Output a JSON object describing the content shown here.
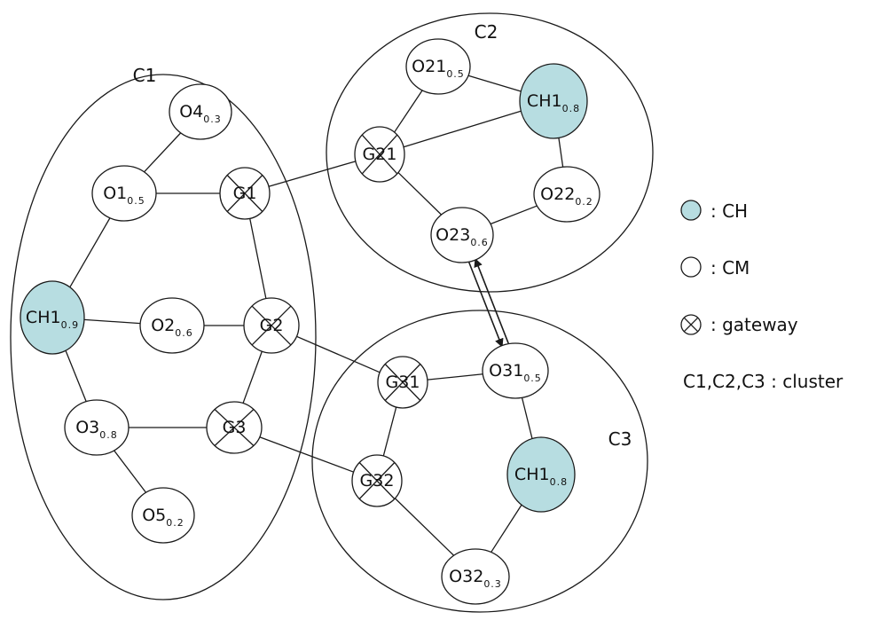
{
  "clusters": [
    {
      "id": "C1",
      "label": "C1"
    },
    {
      "id": "C2",
      "label": "C2"
    },
    {
      "id": "C3",
      "label": "C3"
    }
  ],
  "nodes": [
    {
      "id": "c1-o4",
      "name": "O4",
      "sub": "0.3",
      "role": "CM"
    },
    {
      "id": "c1-o1",
      "name": "O1",
      "sub": "0.5",
      "role": "CM"
    },
    {
      "id": "c1-g1",
      "name": "G1",
      "sub": "",
      "role": "gateway"
    },
    {
      "id": "c1-ch1",
      "name": "CH1",
      "sub": "0.9",
      "role": "CH"
    },
    {
      "id": "c1-o2",
      "name": "O2",
      "sub": "0.6",
      "role": "CM"
    },
    {
      "id": "c1-g2",
      "name": "G2",
      "sub": "",
      "role": "gateway"
    },
    {
      "id": "c1-o3",
      "name": "O3",
      "sub": "0.8",
      "role": "CM"
    },
    {
      "id": "c1-g3",
      "name": "G3",
      "sub": "",
      "role": "gateway"
    },
    {
      "id": "c1-o5",
      "name": "O5",
      "sub": "0.2",
      "role": "CM"
    },
    {
      "id": "c2-o21",
      "name": "O21",
      "sub": "0.5",
      "role": "CM"
    },
    {
      "id": "c2-ch1",
      "name": "CH1",
      "sub": "0.8",
      "role": "CH"
    },
    {
      "id": "c2-g21",
      "name": "G21",
      "sub": "",
      "role": "gateway"
    },
    {
      "id": "c2-o22",
      "name": "O22",
      "sub": "0.2",
      "role": "CM"
    },
    {
      "id": "c2-o23",
      "name": "O23",
      "sub": "0.6",
      "role": "CM"
    },
    {
      "id": "c3-g31",
      "name": "G31",
      "sub": "",
      "role": "gateway"
    },
    {
      "id": "c3-o31",
      "name": "O31",
      "sub": "0.5",
      "role": "CM"
    },
    {
      "id": "c3-ch1",
      "name": "CH1",
      "sub": "0.8",
      "role": "CH"
    },
    {
      "id": "c3-g32",
      "name": "G32",
      "sub": "",
      "role": "gateway"
    },
    {
      "id": "c3-o32",
      "name": "O32",
      "sub": "0.3",
      "role": "CM"
    }
  ],
  "edges": [
    [
      "c1-o4",
      "c1-o1"
    ],
    [
      "c1-o1",
      "c1-g1"
    ],
    [
      "c1-o1",
      "c1-ch1"
    ],
    [
      "c1-ch1",
      "c1-o2"
    ],
    [
      "c1-o2",
      "c1-g2"
    ],
    [
      "c1-g1",
      "c1-g2"
    ],
    [
      "c1-ch1",
      "c1-o3"
    ],
    [
      "c1-o3",
      "c1-g3"
    ],
    [
      "c1-g2",
      "c1-g3"
    ],
    [
      "c1-o3",
      "c1-o5"
    ],
    [
      "c1-g1",
      "c2-g21"
    ],
    [
      "c2-o21",
      "c2-ch1"
    ],
    [
      "c2-o21",
      "c2-g21"
    ],
    [
      "c2-g21",
      "c2-ch1"
    ],
    [
      "c2-ch1",
      "c2-o22"
    ],
    [
      "c2-g21",
      "c2-o23"
    ],
    [
      "c2-o23",
      "c2-o22"
    ],
    [
      "c1-g2",
      "c3-g31"
    ],
    [
      "c1-g3",
      "c3-g32"
    ],
    [
      "c3-g31",
      "c3-o31"
    ],
    [
      "c3-g31",
      "c3-g32"
    ],
    [
      "c3-o31",
      "c3-ch1"
    ],
    [
      "c3-g32",
      "c3-o32"
    ],
    [
      "c3-o32",
      "c3-ch1"
    ]
  ],
  "double_arrow": [
    "c2-o23",
    "c3-o31"
  ],
  "legend": {
    "ch": ": CH",
    "cm": ": CM",
    "gateway": ": gateway",
    "clusters": "C1,C2,C3 : cluster"
  },
  "colors": {
    "ch_fill": "#b7dde1",
    "node_fill": "#ffffff",
    "stroke": "#1a1a1a"
  }
}
